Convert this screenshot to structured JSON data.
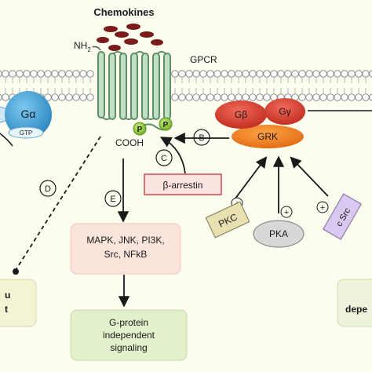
{
  "figure": {
    "chemokines_label": "Chemokines",
    "nh2_label": "NH",
    "nh2_subscript": "2",
    "receptor_label": "GPCR",
    "cooh_label": "COOH",
    "phospho_label": "P",
    "g_alpha_label": "Gα",
    "gtp_label": "GTP",
    "g_beta_label": "Gβ",
    "g_gamma_label": "Gγ",
    "grk_label": "GRK",
    "beta_arrestin_label": "β-arrestin",
    "kinases": {
      "pkc": "PKC",
      "pka": "PKA",
      "c_src": "c Src"
    },
    "plus_sign": "+",
    "steps": {
      "b": "B",
      "c": "C",
      "d": "D",
      "e": "E"
    },
    "pathway_box": {
      "line1": "MAPK, JNK, PI3K,",
      "line2": "Src, NFkB"
    },
    "signaling_box": {
      "line1": "G-protein",
      "line2": "independent",
      "line3": "signaling"
    },
    "left_cut_box": {
      "line1": "u",
      "line2": "t"
    },
    "right_cut_box": {
      "line1": "depe"
    }
  },
  "colors": {
    "background": "#fdfdf0",
    "chemokine": "#7a1c1c",
    "membrane_head": "#ffffff",
    "membrane_outline": "#8a8a8a",
    "gpcr_fill": "#bfe0c4",
    "g_alpha": "#3a9fd6",
    "g_beta_gamma": "#d83a2c",
    "grk": "#f07a1a",
    "phospho": "#8fc63e",
    "beta_arrestin_border": "#d24a4a",
    "beta_arrestin_fill": "#fbe4e0",
    "pkc_fill": "#e8e0b0",
    "pka_fill": "#d8d8d8",
    "c_src_fill": "#d9c8ef",
    "pathway_box_fill": "#fbe4dc",
    "signaling_box_fill": "#e2f0cc"
  }
}
